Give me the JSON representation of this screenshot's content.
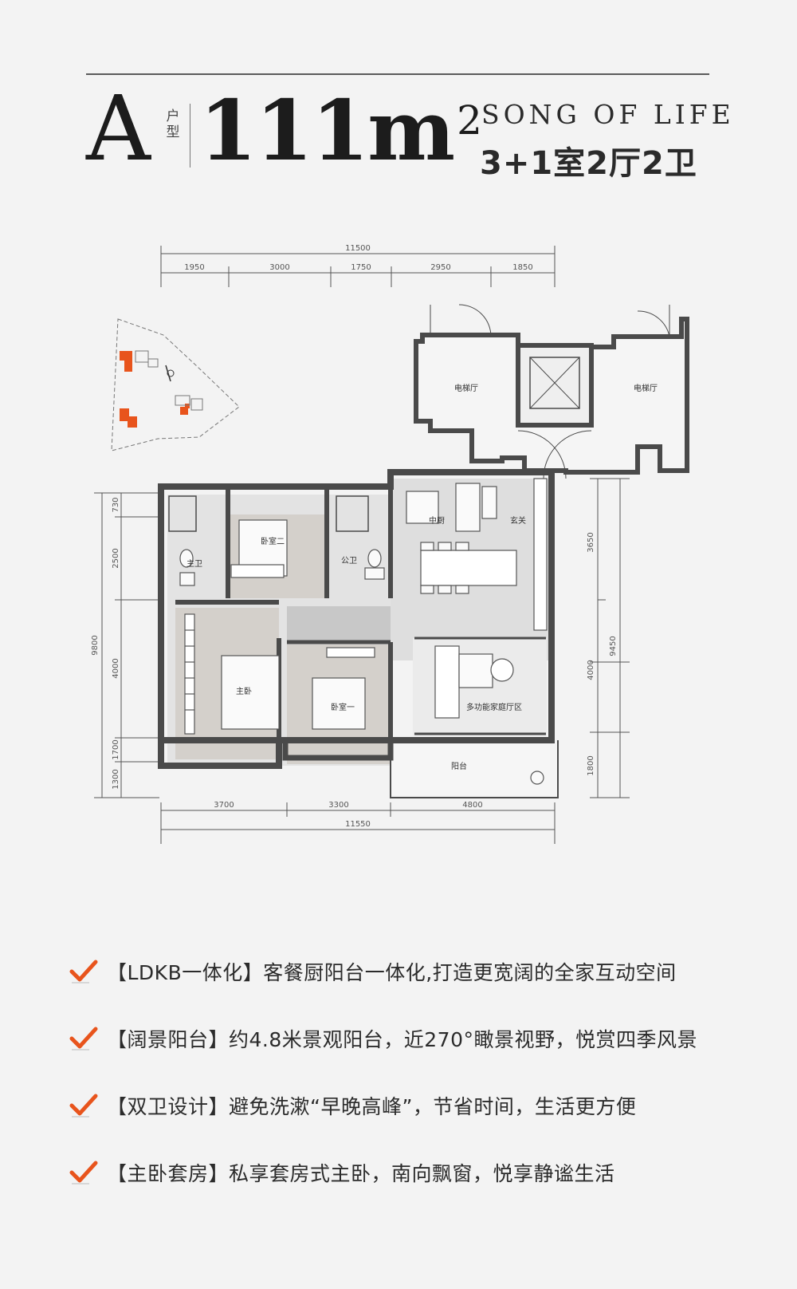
{
  "header": {
    "unit_letter": "A",
    "type_label": [
      "户",
      "型"
    ],
    "area_number": "111m",
    "area_sup": "2",
    "english_title": "SONG OF LIFE",
    "layout": "3+1室2厅2卫"
  },
  "plan": {
    "top_total": "11500",
    "top_dims": [
      "1950",
      "3000",
      "1750",
      "2950",
      "1850"
    ],
    "bottom_dims": [
      "3700",
      "3300",
      "4800"
    ],
    "bottom_total": "11550",
    "left_total": "9800",
    "left_dims": [
      "730",
      "2500",
      "4000",
      "1700",
      "1300"
    ],
    "right_dims": [
      "3650",
      "4000",
      "1800"
    ],
    "right_total": "9450",
    "rooms": {
      "elevator_hall_left": "电梯厅",
      "elevator_hall_right": "电梯厅",
      "bedroom_two": "卧室二",
      "master_bath": "主卫",
      "public_bath": "公卫",
      "kitchen": "中厨",
      "entrance": "玄关",
      "master_bedroom": "主卧",
      "bedroom_one": "卧室一",
      "family_hall": "多功能家庭厅区",
      "balcony": "阳台"
    }
  },
  "features": [
    "【LDKB一体化】客餐厨阳台一体化,打造更宽阔的全家互动空间",
    "【阔景阳台】约4.8米景观阳台，近270°瞰景视野，悦赏四季风景",
    "【双卫设计】避免洗漱“早晚高峰”，节省时间，生活更方便",
    "【主卧套房】私享套房式主卧，南向飘窗，悦享静谧生活"
  ],
  "colors": {
    "accent": "#e8541c",
    "wall": "#4a4a4a",
    "floor_wood": "#d4d0cb",
    "floor_tile": "#e2e2e2",
    "background": "#f3f3f3"
  }
}
